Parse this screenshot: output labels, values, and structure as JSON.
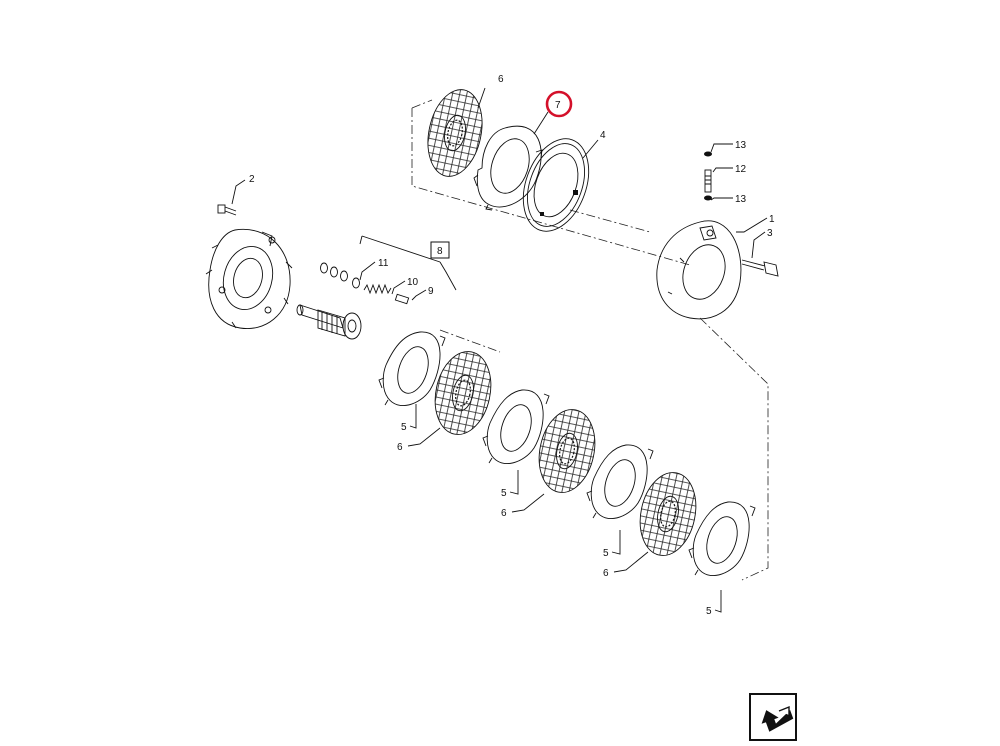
{
  "diagram": {
    "callouts": {
      "c1": "1",
      "c2": "2",
      "c3": "3",
      "c4": "4",
      "c5a": "5",
      "c5b": "5",
      "c5c": "5",
      "c5d": "5",
      "c6top": "6",
      "c6a": "6",
      "c6b": "6",
      "c6c": "6",
      "c7": "7",
      "c8": "8",
      "c9": "9",
      "c10": "10",
      "c11": "11",
      "c12": "12",
      "c13a": "13",
      "c13b": "13"
    },
    "highlight_color": "#d4102a"
  },
  "navigation": {
    "icon": "arrow-back-icon"
  }
}
